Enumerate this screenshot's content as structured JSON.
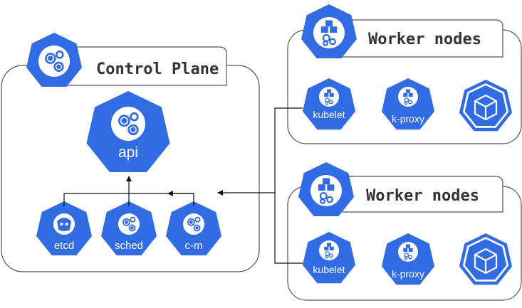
{
  "control_plane": {
    "title": "Control Plane",
    "api_label": "api",
    "components": [
      {
        "label": "etcd",
        "icon": "etcd-icon"
      },
      {
        "label": "sched",
        "icon": "gear-cluster-icon"
      },
      {
        "label": "c-m",
        "icon": "gear-cluster-icon"
      }
    ]
  },
  "worker_nodes": [
    {
      "title": "Worker nodes",
      "kubelet_label": "kubelet",
      "proxy_label": "k-proxy"
    },
    {
      "title": "Worker nodes",
      "kubelet_label": "kubelet",
      "proxy_label": "k-proxy"
    }
  ],
  "colors": {
    "k8s_blue": "#326ce5",
    "border": "#555555",
    "text": "#333333"
  }
}
